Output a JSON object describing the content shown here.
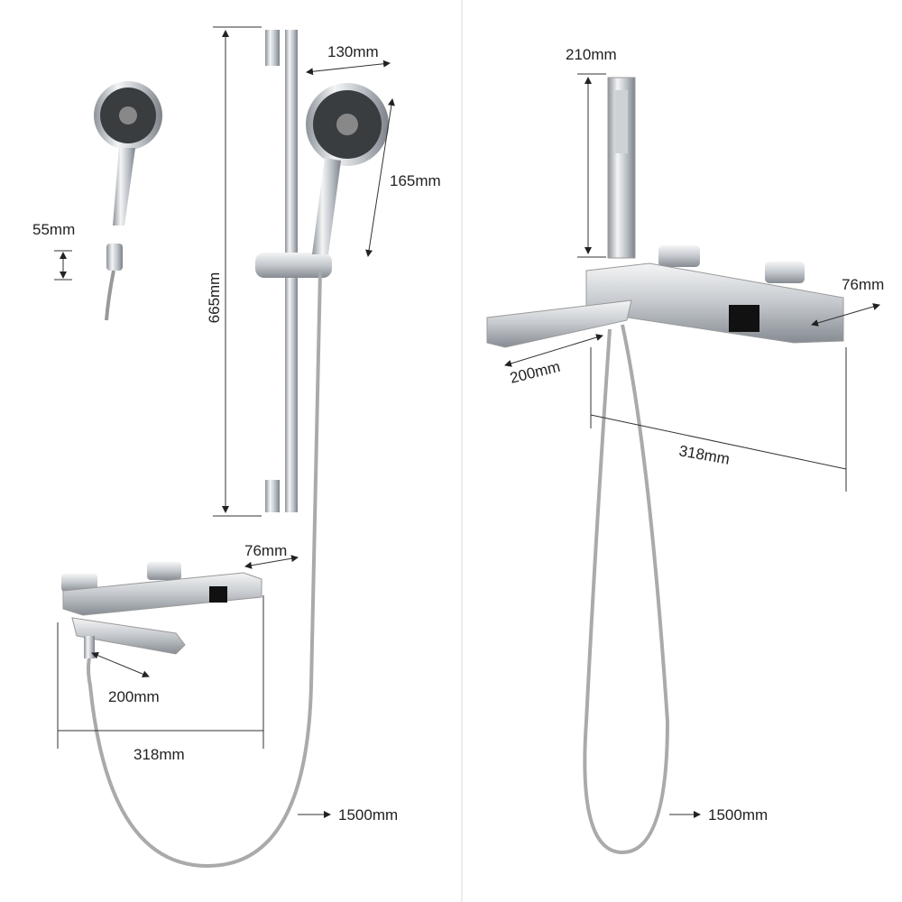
{
  "left_set": {
    "handshower_width": "130mm",
    "handshower_head_height": "165mm",
    "holder_height": "55mm",
    "slide_bar_height": "665mm",
    "mixer_depth": "76mm",
    "spout_length": "200mm",
    "mixer_width": "318mm",
    "hose_length": "1500mm"
  },
  "right_set": {
    "handshower_height": "210mm",
    "mixer_depth": "76mm",
    "spout_length": "200mm",
    "mixer_width": "318mm",
    "hose_length": "1500mm"
  },
  "colors": {
    "chrome": "#c9cdd2",
    "dark": "#222222",
    "line": "#333333"
  }
}
